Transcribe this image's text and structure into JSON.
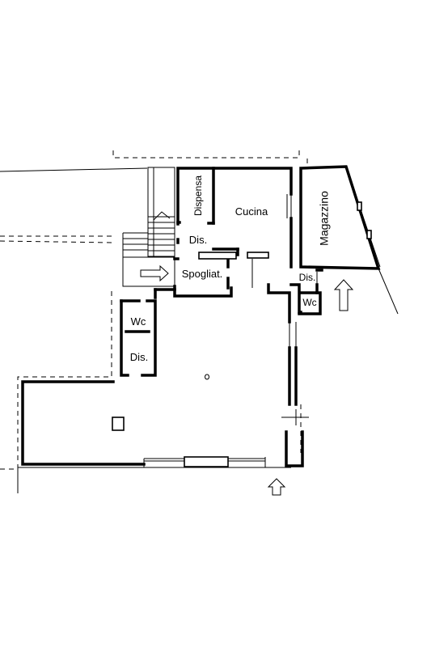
{
  "plan": {
    "rooms": [
      {
        "id": "dispensa",
        "label": "Dispensa"
      },
      {
        "id": "cucina",
        "label": "Cucina"
      },
      {
        "id": "magazzino",
        "label": "Magazzino"
      },
      {
        "id": "dis-kitchen",
        "label": "Dis."
      },
      {
        "id": "spogliat",
        "label": "Spogliat."
      },
      {
        "id": "dis-right",
        "label": "Dis."
      },
      {
        "id": "wc-right",
        "label": "Wc"
      },
      {
        "id": "wc-left",
        "label": "Wc"
      },
      {
        "id": "dis-left",
        "label": "Dis."
      }
    ],
    "icons": {
      "entrance_main": "arrow-up-icon",
      "entrance_side": "arrow-up-icon",
      "corridor_direction": "arrow-right-icon"
    },
    "colors": {
      "line": "#000000",
      "background": "#ffffff"
    }
  }
}
